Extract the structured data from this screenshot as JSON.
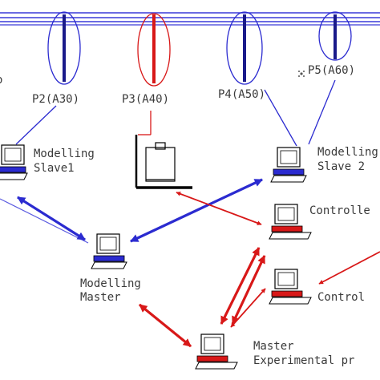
{
  "colors": {
    "blue": "#2b2bd0",
    "red": "#d81818",
    "navy": "#1a1a8a",
    "ink": "#000000",
    "text": "#3a3a3a",
    "link_light": "#5a5ae0"
  },
  "diagram": {
    "partial_left_label": "o",
    "probes": [
      {
        "label": "P2(A30)",
        "color": "blue"
      },
      {
        "label": "P3(A40)",
        "color": "red"
      },
      {
        "label": "P4(A50)",
        "color": "blue"
      },
      {
        "label": "P5(A60)",
        "color": "blue"
      }
    ],
    "nodes": {
      "modelling_slave1": {
        "line1": "Modelling",
        "line2": "Slave1"
      },
      "modelling_slave2": {
        "line1": "Modelling",
        "line2": "Slave 2"
      },
      "modelling_master": {
        "line1": "Modelling",
        "line2": "Master"
      },
      "controller_a": {
        "label": "Controlle"
      },
      "controller_b": {
        "label": "Control"
      },
      "master_experimental": {
        "line1": "Master",
        "line2": "Experimental pr"
      }
    },
    "connections": [
      {
        "from": "modelling_slave1",
        "to": "modelling_master",
        "kind": "bidirectional",
        "color": "blue"
      },
      {
        "from": "modelling_master",
        "to": "modelling_slave2",
        "kind": "bidirectional",
        "color": "blue"
      },
      {
        "from": "instrument",
        "to": "controller_a",
        "kind": "bidirectional",
        "color": "red"
      },
      {
        "from": "modelling_master",
        "to": "master_experimental",
        "kind": "bidirectional",
        "color": "red"
      },
      {
        "from": "master_experimental",
        "to": "controller_a",
        "kind": "bidirectional",
        "color": "red"
      },
      {
        "from": "master_experimental",
        "to": "controller_b",
        "kind": "bidirectional",
        "color": "red"
      }
    ]
  }
}
